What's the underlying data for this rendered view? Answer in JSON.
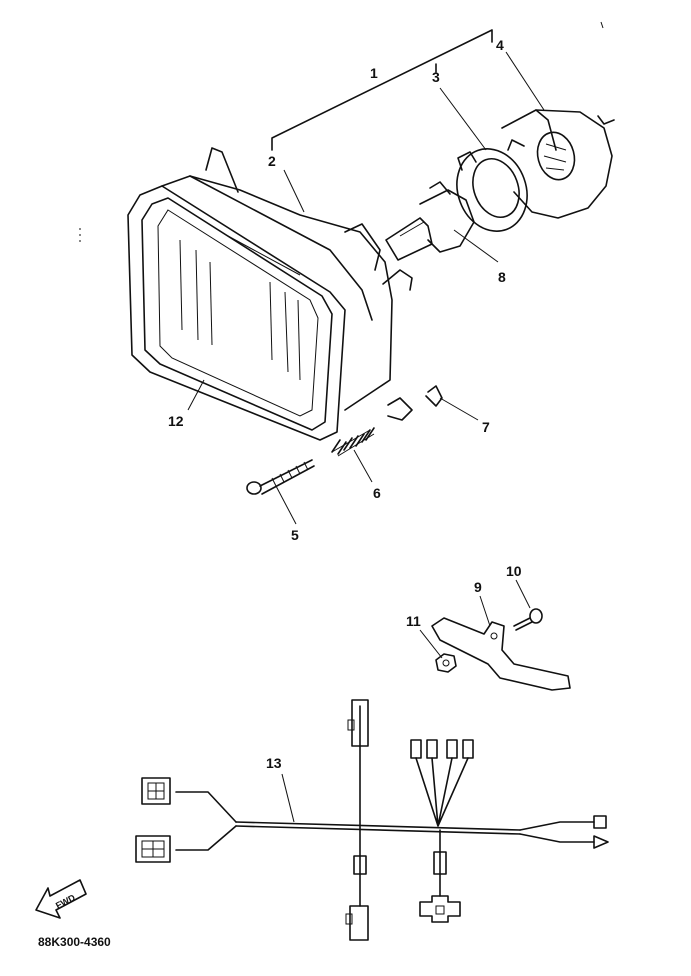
{
  "diagram": {
    "part_number_code": "88K300-4360",
    "fwd_label": "FWD",
    "callouts": [
      "1",
      "2",
      "3",
      "4",
      "5",
      "6",
      "7",
      "8",
      "9",
      "10",
      "11",
      "12",
      "13"
    ]
  }
}
